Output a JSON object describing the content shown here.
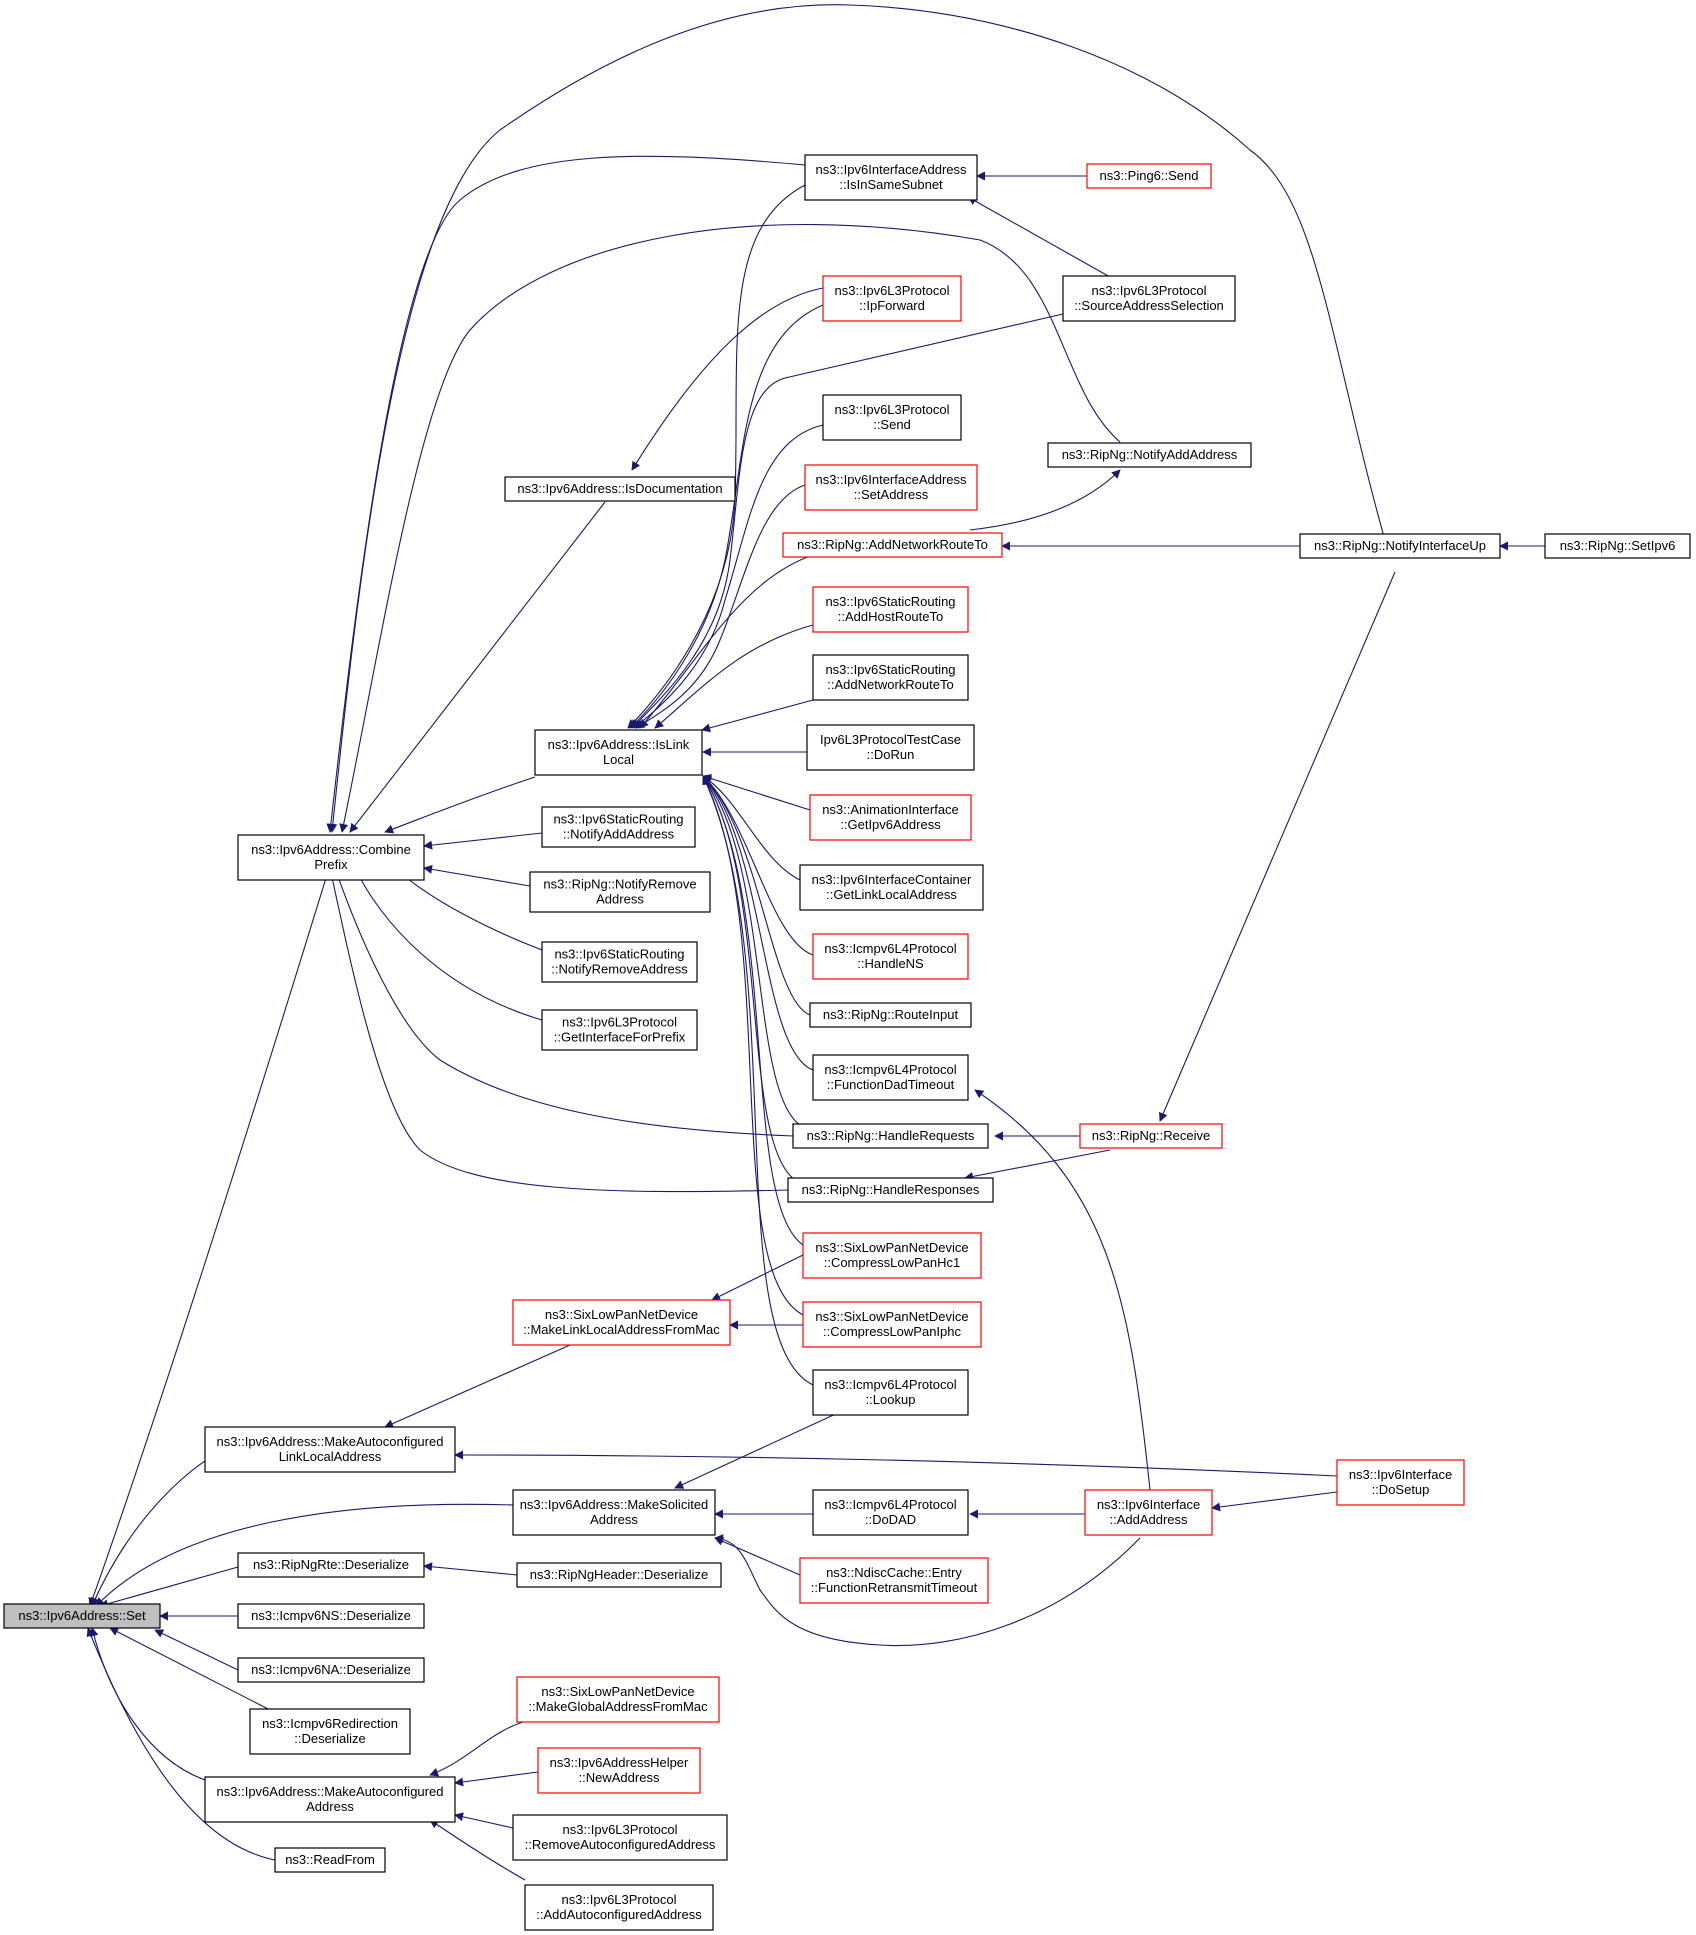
{
  "diagram": {
    "title": "",
    "colors": {
      "edge": "#191970",
      "plain_border": "#000000",
      "truncated_border": "#ff0000",
      "root_fill": "#bfbfbf",
      "node_fill": "#ffffff"
    },
    "nodes": [
      {
        "id": "set",
        "lines": [
          "ns3::Ipv6Address::Set"
        ],
        "style": "root"
      },
      {
        "id": "combine",
        "lines": [
          "ns3::Ipv6Address::Combine",
          "Prefix"
        ],
        "style": "plain"
      },
      {
        "id": "mkautoll",
        "lines": [
          "ns3::Ipv6Address::MakeAutoconfigured",
          "LinkLocalAddress"
        ],
        "style": "plain"
      },
      {
        "id": "riprte",
        "lines": [
          "ns3::RipNgRte::Deserialize"
        ],
        "style": "plain"
      },
      {
        "id": "icmpns",
        "lines": [
          "ns3::Icmpv6NS::Deserialize"
        ],
        "style": "plain"
      },
      {
        "id": "icmpna",
        "lines": [
          "ns3::Icmpv6NA::Deserialize"
        ],
        "style": "plain"
      },
      {
        "id": "icmpredir",
        "lines": [
          "ns3::Icmpv6Redirection",
          "::Deserialize"
        ],
        "style": "plain"
      },
      {
        "id": "mkauto",
        "lines": [
          "ns3::Ipv6Address::MakeAutoconfigured",
          "Address"
        ],
        "style": "plain"
      },
      {
        "id": "readfrom",
        "lines": [
          "ns3::ReadFrom"
        ],
        "style": "plain"
      },
      {
        "id": "isdoc",
        "lines": [
          "ns3::Ipv6Address::IsDocumentation"
        ],
        "style": "plain"
      },
      {
        "id": "islink",
        "lines": [
          "ns3::Ipv6Address::IsLink",
          "Local"
        ],
        "style": "plain"
      },
      {
        "id": "srnotadd",
        "lines": [
          "ns3::Ipv6StaticRouting",
          "::NotifyAddAddress"
        ],
        "style": "plain"
      },
      {
        "id": "ripnotrem",
        "lines": [
          "ns3::RipNg::NotifyRemove",
          "Address"
        ],
        "style": "plain"
      },
      {
        "id": "srnotrem",
        "lines": [
          "ns3::Ipv6StaticRouting",
          "::NotifyRemoveAddress"
        ],
        "style": "plain"
      },
      {
        "id": "getiface",
        "lines": [
          "ns3::Ipv6L3Protocol",
          "::GetInterfaceForPrefix"
        ],
        "style": "plain"
      },
      {
        "id": "sixmkll",
        "lines": [
          "ns3::SixLowPanNetDevice",
          "::MakeLinkLocalAddressFromMac"
        ],
        "style": "truncated"
      },
      {
        "id": "mksolicited",
        "lines": [
          "ns3::Ipv6Address::MakeSolicited",
          "Address"
        ],
        "style": "plain"
      },
      {
        "id": "ripnghdr",
        "lines": [
          "ns3::RipNgHeader::Deserialize"
        ],
        "style": "plain"
      },
      {
        "id": "sixmkglobal",
        "lines": [
          "ns3::SixLowPanNetDevice",
          "::MakeGlobalAddressFromMac"
        ],
        "style": "truncated"
      },
      {
        "id": "newaddr",
        "lines": [
          "ns3::Ipv6AddressHelper",
          "::NewAddress"
        ],
        "style": "truncated"
      },
      {
        "id": "remautocfg",
        "lines": [
          "ns3::Ipv6L3Protocol",
          "::RemoveAutoconfiguredAddress"
        ],
        "style": "plain"
      },
      {
        "id": "addautocfg",
        "lines": [
          "ns3::Ipv6L3Protocol",
          "::AddAutoconfiguredAddress"
        ],
        "style": "plain"
      },
      {
        "id": "insamesubnet",
        "lines": [
          "ns3::Ipv6InterfaceAddress",
          "::IsInSameSubnet"
        ],
        "style": "plain"
      },
      {
        "id": "ipforward",
        "lines": [
          "ns3::Ipv6L3Protocol",
          "::IpForward"
        ],
        "style": "truncated"
      },
      {
        "id": "l3send",
        "lines": [
          "ns3::Ipv6L3Protocol",
          "::Send"
        ],
        "style": "plain"
      },
      {
        "id": "ifaddrset",
        "lines": [
          "ns3::Ipv6InterfaceAddress",
          "::SetAddress"
        ],
        "style": "truncated"
      },
      {
        "id": "addnetroute",
        "lines": [
          "ns3::RipNg::AddNetworkRouteTo"
        ],
        "style": "truncated"
      },
      {
        "id": "srhostroute",
        "lines": [
          "ns3::Ipv6StaticRouting",
          "::AddHostRouteTo"
        ],
        "style": "truncated"
      },
      {
        "id": "srnetroute",
        "lines": [
          "ns3::Ipv6StaticRouting",
          "::AddNetworkRouteTo"
        ],
        "style": "plain"
      },
      {
        "id": "l3test",
        "lines": [
          "Ipv6L3ProtocolTestCase",
          "::DoRun"
        ],
        "style": "plain"
      },
      {
        "id": "animget",
        "lines": [
          "ns3::AnimationInterface",
          "::GetIpv6Address"
        ],
        "style": "truncated"
      },
      {
        "id": "ifcont",
        "lines": [
          "ns3::Ipv6InterfaceContainer",
          "::GetLinkLocalAddress"
        ],
        "style": "plain"
      },
      {
        "id": "handlens",
        "lines": [
          "ns3::Icmpv6L4Protocol",
          "::HandleNS"
        ],
        "style": "truncated"
      },
      {
        "id": "routeinput",
        "lines": [
          "ns3::RipNg::RouteInput"
        ],
        "style": "plain"
      },
      {
        "id": "funcdad",
        "lines": [
          "ns3::Icmpv6L4Protocol",
          "::FunctionDadTimeout"
        ],
        "style": "plain"
      },
      {
        "id": "handlereq",
        "lines": [
          "ns3::RipNg::HandleRequests"
        ],
        "style": "plain"
      },
      {
        "id": "handleresp",
        "lines": [
          "ns3::RipNg::HandleResponses"
        ],
        "style": "plain"
      },
      {
        "id": "compresshc1",
        "lines": [
          "ns3::SixLowPanNetDevice",
          "::CompressLowPanHc1"
        ],
        "style": "truncated"
      },
      {
        "id": "compressiphc",
        "lines": [
          "ns3::SixLowPanNetDevice",
          "::CompressLowPanIphc"
        ],
        "style": "truncated"
      },
      {
        "id": "lookup",
        "lines": [
          "ns3::Icmpv6L4Protocol",
          "::Lookup"
        ],
        "style": "plain"
      },
      {
        "id": "dodad",
        "lines": [
          "ns3::Icmpv6L4Protocol",
          "::DoDAD"
        ],
        "style": "plain"
      },
      {
        "id": "ndisc",
        "lines": [
          "ns3::NdiscCache::Entry",
          "::FunctionRetransmitTimeout"
        ],
        "style": "truncated"
      },
      {
        "id": "ping6",
        "lines": [
          "ns3::Ping6::Send"
        ],
        "style": "truncated"
      },
      {
        "id": "srcaddrsel",
        "lines": [
          "ns3::Ipv6L3Protocol",
          "::SourceAddressSelection"
        ],
        "style": "plain"
      },
      {
        "id": "ripnotadd",
        "lines": [
          "ns3::RipNg::NotifyAddAddress"
        ],
        "style": "plain"
      },
      {
        "id": "receive",
        "lines": [
          "ns3::RipNg::Receive"
        ],
        "style": "truncated"
      },
      {
        "id": "ifaddaddr",
        "lines": [
          "ns3::Ipv6Interface",
          "::AddAddress"
        ],
        "style": "truncated"
      },
      {
        "id": "notifyup",
        "lines": [
          "ns3::RipNg::NotifyInterfaceUp"
        ],
        "style": "plain"
      },
      {
        "id": "dosetup",
        "lines": [
          "ns3::Ipv6Interface",
          "::DoSetup"
        ],
        "style": "truncated"
      },
      {
        "id": "setipv6",
        "lines": [
          "ns3::RipNg::SetIpv6"
        ],
        "style": "plain"
      }
    ]
  }
}
